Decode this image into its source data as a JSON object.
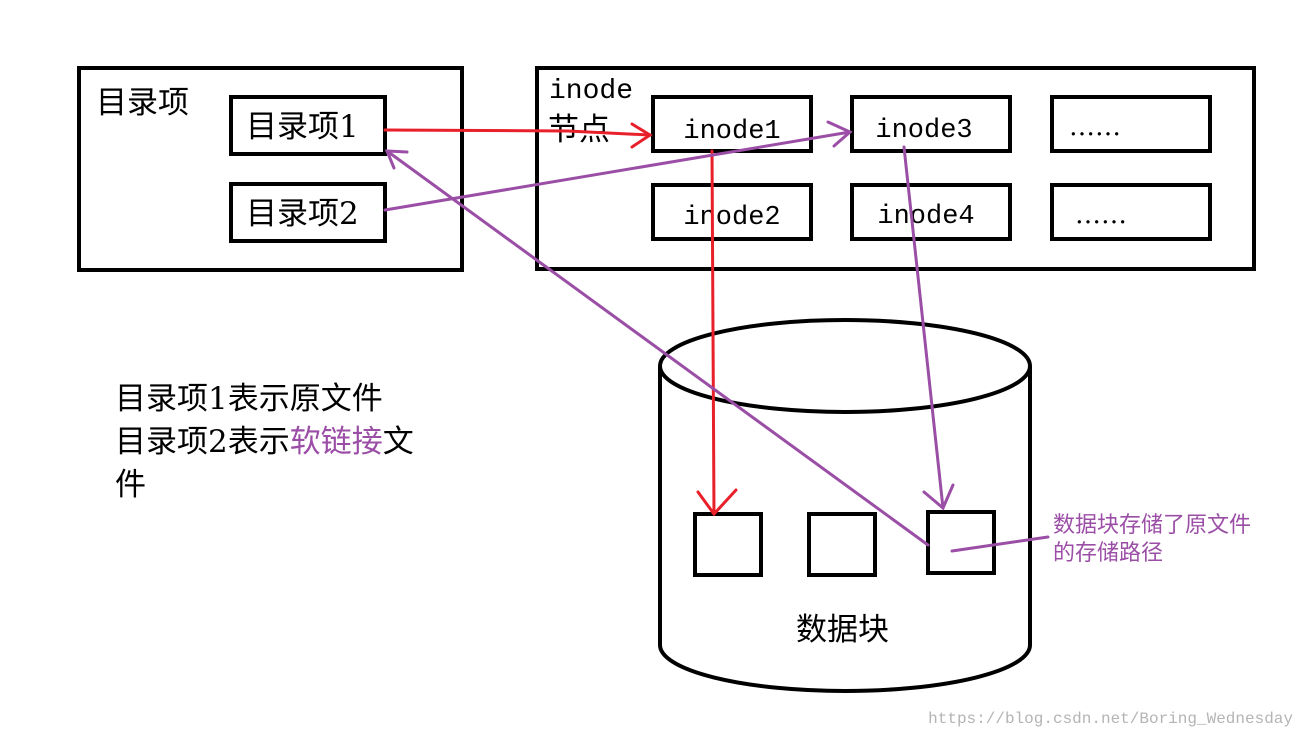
{
  "directory": {
    "title": "目录项",
    "entry1": "目录项1",
    "entry2": "目录项2"
  },
  "inode_area": {
    "title_line1": "inode",
    "title_line2": "节点",
    "inode1": "inode1",
    "inode2": "inode2",
    "inode3": "inode3",
    "inode4": "inode4",
    "more1": "……",
    "more2": "……"
  },
  "legend": {
    "line1": "目录项1表示原文件",
    "line2_prefix": "目录项2表示",
    "line2_highlight": "软链接",
    "line2_suffix": "文",
    "line3": "件"
  },
  "datastore": {
    "label": "数据块",
    "note_line1": "数据块存储了原文件",
    "note_line2": "的存储路径"
  },
  "watermark": "https://blog.csdn.net/Boring_Wednesday",
  "colors": {
    "red_arrow": "#e8202a",
    "purple_arrow": "#9b4ea6",
    "highlight_text": "#9b4ea6"
  }
}
